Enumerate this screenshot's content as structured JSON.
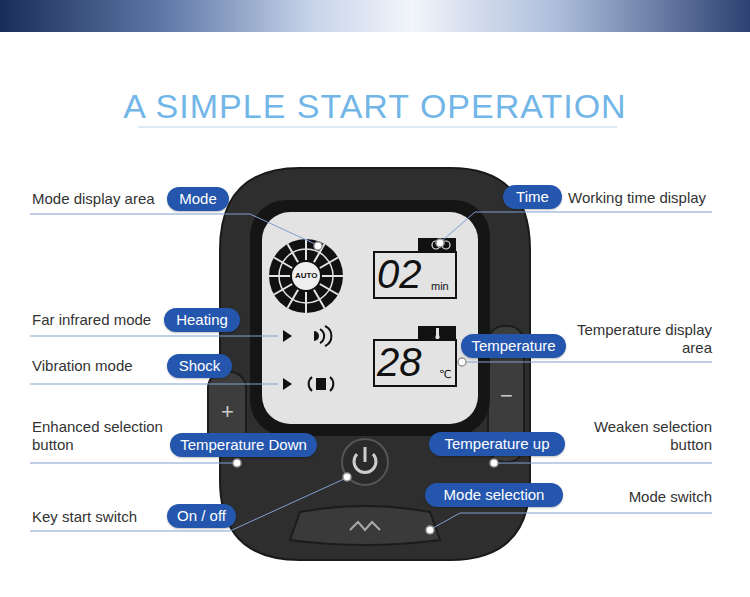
{
  "diagram": {
    "title": "A SIMPLE START OPERATION",
    "nodes": [
      {
        "text": [
          "Mode"
        ]
      },
      {
        "text": [
          "Time"
        ]
      },
      {
        "text": [
          "Heating"
        ]
      },
      {
        "text": [
          "Temperature"
        ]
      },
      {
        "text": [
          "Shock"
        ]
      },
      {
        "text": [
          "Temperature Down"
        ]
      },
      {
        "text": [
          "Temperature up"
        ]
      },
      {
        "text": [
          "Mode selection"
        ]
      },
      {
        "text": [
          "On / off"
        ]
      }
    ],
    "labels": [
      "Mode display area",
      "Working time display",
      "AUTO",
      "02",
      "min",
      "Far infrared mode",
      "Temperature display area",
      "28",
      "℃",
      "Vibration mode",
      "+",
      "−",
      "Enhanced selection button",
      "Weaken selection button",
      "Mode switch",
      "Key start switch"
    ]
  }
}
